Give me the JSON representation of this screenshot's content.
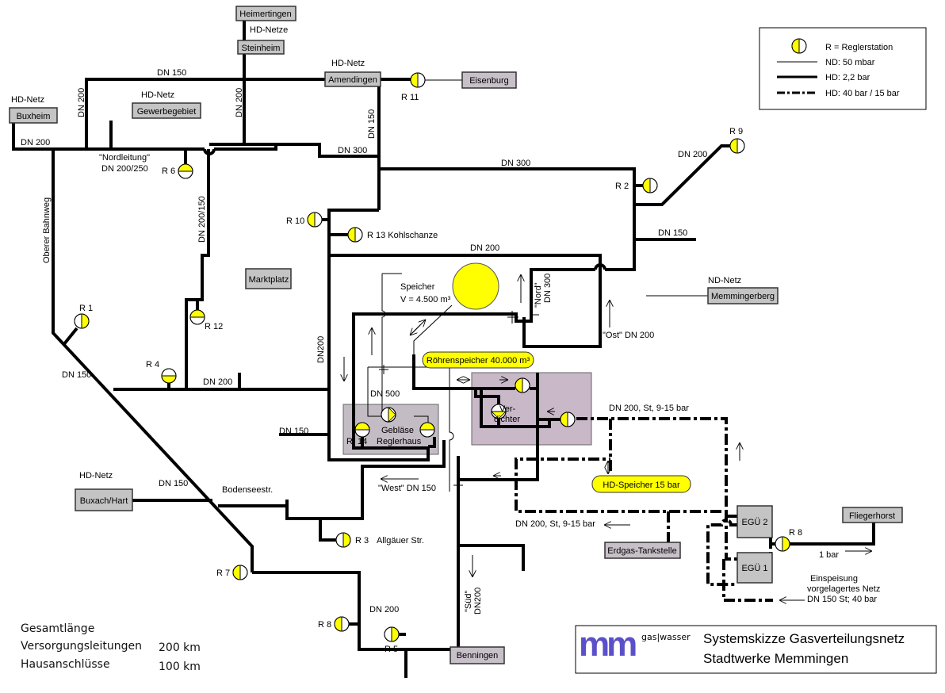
{
  "title": {
    "line1": "Systemskizze Gasverteilungsnetz",
    "line2": "Stadtwerke Memmingen",
    "logo_text": "mm",
    "logo_sub": "gas|wasser"
  },
  "legend": {
    "regler": "R = Reglerstation",
    "nd": "ND: 50 mbar",
    "hd": "HD: 2,2 bar",
    "hd_high": "HD: 40 bar / 15 bar"
  },
  "stats": {
    "heading": "Gesamtlänge",
    "supply_label": "Versorgungsleitungen",
    "supply_value": "200 km",
    "house_label": "Hausanschlüsse",
    "house_value": "100 km"
  },
  "places": {
    "heimertingen": "Heimertingen",
    "steinheim": "Steinheim",
    "amendingen": "Amendingen",
    "eisenburg": "Eisenburg",
    "buxheim": "Buxheim",
    "gewerbegebiet": "Gewerbegebiet",
    "marktplatz": "Marktplatz",
    "memmingerberg": "Memmingerberg",
    "buxach": "Buxach/Hart",
    "benningen": "Benningen",
    "tankstelle": "Erdgas-Tankstelle",
    "egu2": "EGÜ 2",
    "egu1": "EGÜ 1",
    "fliegerhorst": "Fliegerhorst"
  },
  "facilities": {
    "speicher": "Speicher",
    "speicher_vol": "V = 4.500 m³",
    "roehren": "Röhrenspeicher 40.000 m³",
    "hd_speicher": "HD-Speicher 15 bar",
    "verdichter1": "Ver-",
    "verdichter2": "dichter",
    "geblaese": "Gebläse",
    "reglerhaus": "Reglerhaus"
  },
  "regulators": {
    "r1": "R 1",
    "r2": "R 2",
    "r3": "R 3",
    "r3_name": "Allgäuer Str.",
    "r4": "R 4",
    "r5": "R 5",
    "r6": "R 6",
    "r7": "R 7",
    "r8": "R 8",
    "r8_east": "R 8",
    "r9": "R 9",
    "r10": "R 10",
    "r11": "R 11",
    "r12": "R 12",
    "r13": "R 13 Kohlschanze",
    "r14a": "R",
    "r14b": "14"
  },
  "labels": {
    "hd_netze": "HD-Netze",
    "hd_netz_amend": "HD-Netz",
    "hd_netz_bux": "HD-Netz",
    "hd_netz_gew": "HD-Netz",
    "hd_netz_buxach": "HD-Netz",
    "nd_netz": "ND-Netz",
    "dn150_top": "DN 150",
    "dn200_v1": "DN 200",
    "dn200_v2": "DN 200",
    "dn150_v": "DN 150",
    "dn200_bux": "DN 200",
    "nordleitung": "\"Nordleitung\"",
    "nordleitung_dn": "DN 200/250",
    "dn300_a": "DN 300",
    "dn300_b": "DN 300",
    "dn200_150": "DN 200/150",
    "oberer_bahnweg": "Oberer Bahnweg",
    "dn200_r9": "DN 200",
    "dn150_r": "DN 150",
    "dn200_mid": "DN 200",
    "nord": "\"Nord\"",
    "nord_dn": "DN 300",
    "ost": "\"Ost\" DN 200",
    "dn200_v3": "DN200",
    "dn150_diag": "DN 150",
    "dn200_h": "DN 200",
    "dn500": "DN 500",
    "dn150_stub": "DN 150",
    "dn200_st1": "DN 200, St, 9-15 bar",
    "dn200_st2": "DN 200, St, 9-15 bar",
    "west": "\"West\" DN 150",
    "bodensee": "Bodenseestr.",
    "dn150_buxach": "DN 150",
    "dn200_south": "DN 200",
    "sued": "\"Süd\"",
    "sued_dn": "DN200",
    "one_bar": "1 bar",
    "einsp1": "Einspeisung",
    "einsp2": "vorgelagertes Netz",
    "einsp3": "DN 150 St; 40 bar"
  },
  "colors": {
    "regulator": "#ffff00",
    "box": "#c4c4c4",
    "purple_box": "#c8c0c8",
    "logo_dark": "#5a50c8",
    "logo_light": "#c0a8d0"
  }
}
